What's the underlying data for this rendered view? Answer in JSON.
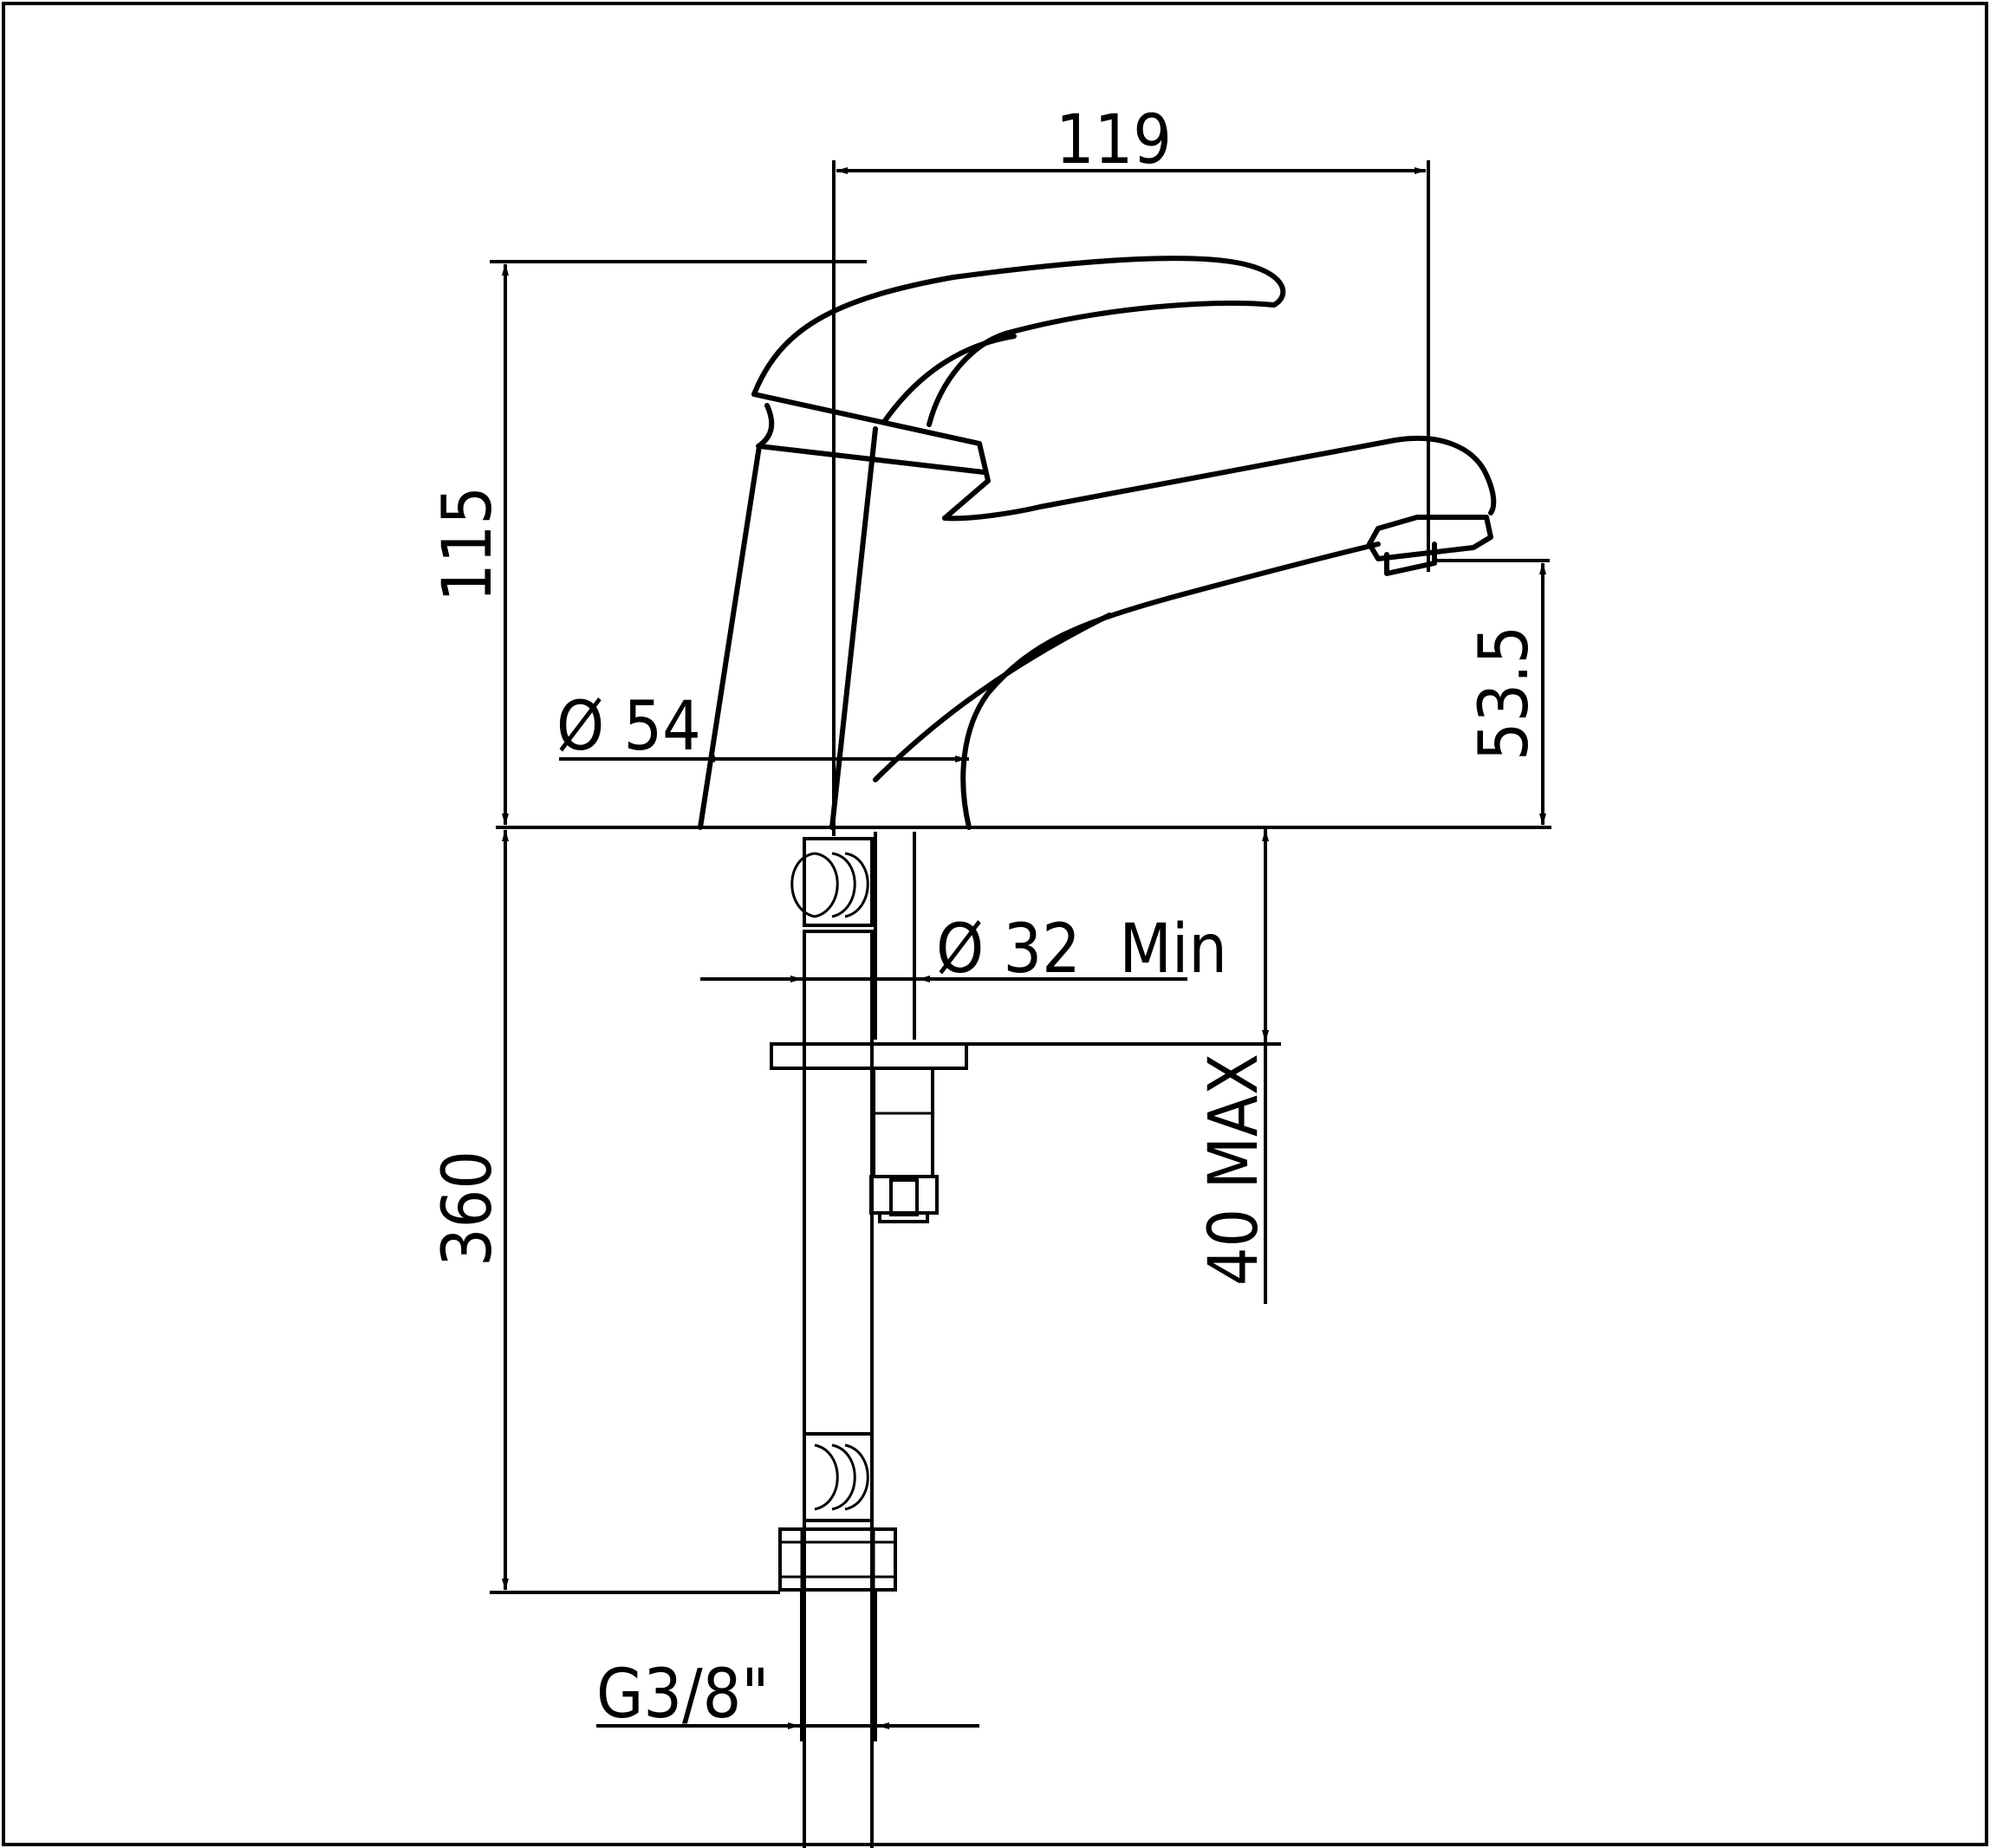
{
  "colors": {
    "line": "#000000",
    "background": "#ffffff"
  },
  "dimensions": {
    "reach": "119",
    "height": "115",
    "spout_height": "53.5",
    "base_diameter": "Ø 54",
    "hole_diameter": "Ø 32  Min",
    "deck_thickness": "40 MAX",
    "hose_length": "360",
    "thread": "G3/8\""
  }
}
